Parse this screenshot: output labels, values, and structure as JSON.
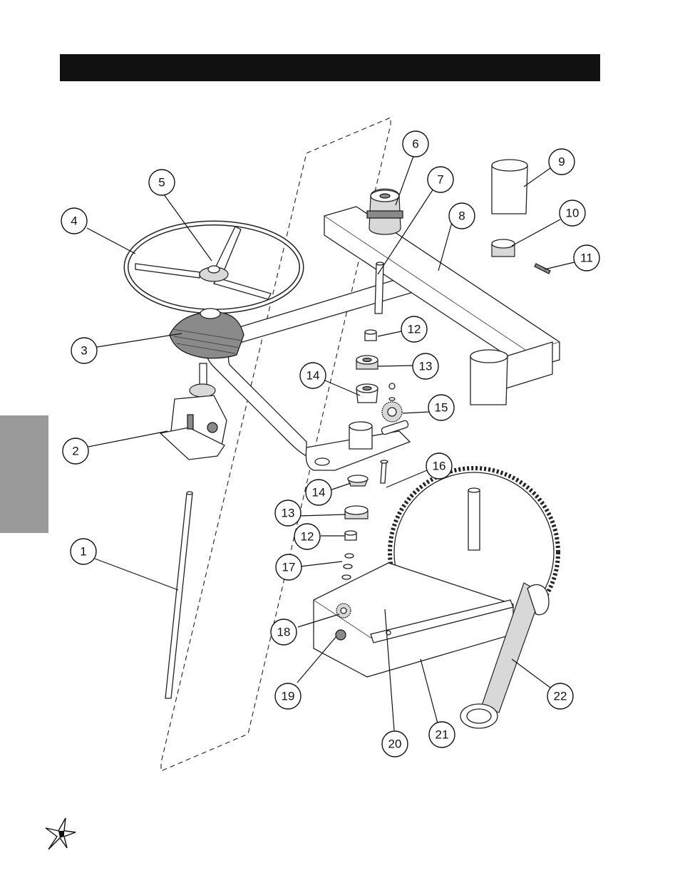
{
  "header": {
    "title": ""
  },
  "callouts": [
    {
      "id": 1,
      "label": "1"
    },
    {
      "id": 2,
      "label": "2"
    },
    {
      "id": 3,
      "label": "3"
    },
    {
      "id": 4,
      "label": "4"
    },
    {
      "id": 5,
      "label": "5"
    },
    {
      "id": 6,
      "label": "6"
    },
    {
      "id": 7,
      "label": "7"
    },
    {
      "id": 8,
      "label": "8"
    },
    {
      "id": 9,
      "label": "9"
    },
    {
      "id": 10,
      "label": "10"
    },
    {
      "id": 11,
      "label": "11"
    },
    {
      "id": 12,
      "label": "12"
    },
    {
      "id": 13,
      "label": "13"
    },
    {
      "id": 14,
      "label": "14"
    },
    {
      "id": 15,
      "label": "15"
    },
    {
      "id": 16,
      "label": "16"
    },
    {
      "id": 17,
      "label": "17"
    },
    {
      "id": 18,
      "label": "18"
    },
    {
      "id": 19,
      "label": "19"
    },
    {
      "id": 20,
      "label": "20"
    },
    {
      "id": 21,
      "label": "21"
    },
    {
      "id": 22,
      "label": "22"
    }
  ],
  "colors": {
    "header_bar": "#111111",
    "side_tab": "#9a9a9a",
    "line": "#111111"
  },
  "icons": {
    "footer_logo": "starburst-logo-icon"
  }
}
